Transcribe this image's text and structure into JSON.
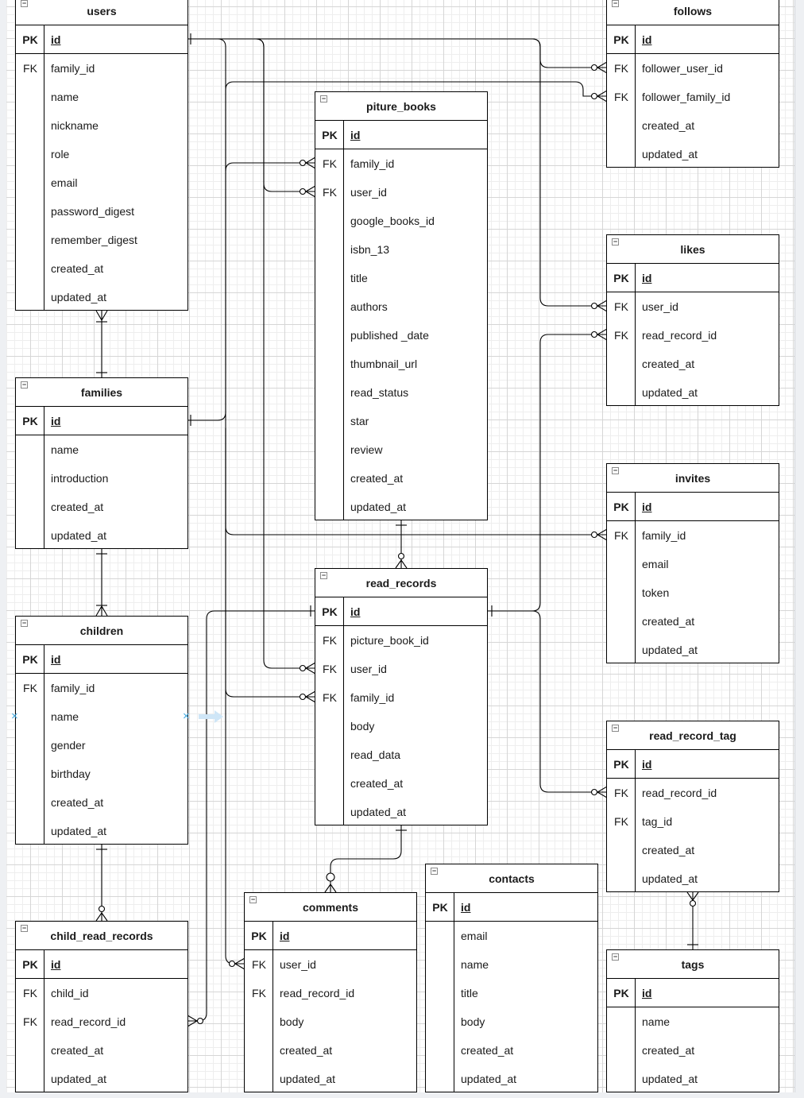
{
  "tables": {
    "users": {
      "title": "users",
      "rows": [
        {
          "key": "PK",
          "name": "id"
        },
        {
          "key": "FK",
          "name": "family_id"
        },
        {
          "key": "",
          "name": "name"
        },
        {
          "key": "",
          "name": "nickname"
        },
        {
          "key": "",
          "name": "role"
        },
        {
          "key": "",
          "name": "email"
        },
        {
          "key": "",
          "name": "password_digest"
        },
        {
          "key": "",
          "name": "remember_digest"
        },
        {
          "key": "",
          "name": "created_at"
        },
        {
          "key": "",
          "name": "updated_at"
        }
      ]
    },
    "families": {
      "title": "families",
      "rows": [
        {
          "key": "PK",
          "name": "id"
        },
        {
          "key": "",
          "name": "name"
        },
        {
          "key": "",
          "name": "introduction"
        },
        {
          "key": "",
          "name": "created_at"
        },
        {
          "key": "",
          "name": "updated_at"
        }
      ]
    },
    "children": {
      "title": "children",
      "rows": [
        {
          "key": "PK",
          "name": "id"
        },
        {
          "key": "FK",
          "name": "family_id"
        },
        {
          "key": "",
          "name": "name"
        },
        {
          "key": "",
          "name": "gender"
        },
        {
          "key": "",
          "name": "birthday"
        },
        {
          "key": "",
          "name": "created_at"
        },
        {
          "key": "",
          "name": "updated_at"
        }
      ]
    },
    "child_read_records": {
      "title": "child_read_records",
      "rows": [
        {
          "key": "PK",
          "name": "id"
        },
        {
          "key": "FK",
          "name": "child_id"
        },
        {
          "key": "FK",
          "name": "read_record_id"
        },
        {
          "key": "",
          "name": "created_at"
        },
        {
          "key": "",
          "name": "updated_at"
        }
      ]
    },
    "piture_books": {
      "title": "piture_books",
      "rows": [
        {
          "key": "PK",
          "name": "id"
        },
        {
          "key": "FK",
          "name": "family_id"
        },
        {
          "key": "FK",
          "name": "user_id"
        },
        {
          "key": "",
          "name": "google_books_id"
        },
        {
          "key": "",
          "name": "isbn_13"
        },
        {
          "key": "",
          "name": "title"
        },
        {
          "key": "",
          "name": "authors"
        },
        {
          "key": "",
          "name": "published _date"
        },
        {
          "key": "",
          "name": "thumbnail_url"
        },
        {
          "key": "",
          "name": "read_status"
        },
        {
          "key": "",
          "name": "star"
        },
        {
          "key": "",
          "name": "review"
        },
        {
          "key": "",
          "name": "created_at"
        },
        {
          "key": "",
          "name": "updated_at"
        }
      ]
    },
    "read_records": {
      "title": "read_records",
      "rows": [
        {
          "key": "PK",
          "name": "id"
        },
        {
          "key": "FK",
          "name": "picture_book_id"
        },
        {
          "key": "FK",
          "name": "user_id"
        },
        {
          "key": "FK",
          "name": "family_id"
        },
        {
          "key": "",
          "name": "body"
        },
        {
          "key": "",
          "name": "read_data"
        },
        {
          "key": "",
          "name": "created_at"
        },
        {
          "key": "",
          "name": "updated_at"
        }
      ]
    },
    "comments": {
      "title": "comments",
      "rows": [
        {
          "key": "PK",
          "name": "id"
        },
        {
          "key": "FK",
          "name": "user_id"
        },
        {
          "key": "FK",
          "name": "read_record_id"
        },
        {
          "key": "",
          "name": "body"
        },
        {
          "key": "",
          "name": "created_at"
        },
        {
          "key": "",
          "name": "updated_at"
        }
      ]
    },
    "contacts": {
      "title": "contacts",
      "rows": [
        {
          "key": "PK",
          "name": "id"
        },
        {
          "key": "",
          "name": "email"
        },
        {
          "key": "",
          "name": "name"
        },
        {
          "key": "",
          "name": "title"
        },
        {
          "key": "",
          "name": "body"
        },
        {
          "key": "",
          "name": "created_at"
        },
        {
          "key": "",
          "name": "updated_at"
        }
      ]
    },
    "follows": {
      "title": "follows",
      "rows": [
        {
          "key": "PK",
          "name": "id"
        },
        {
          "key": "FK",
          "name": "follower_user_id"
        },
        {
          "key": "FK",
          "name": "follower_family_id"
        },
        {
          "key": "",
          "name": "created_at"
        },
        {
          "key": "",
          "name": "updated_at"
        }
      ]
    },
    "likes": {
      "title": "likes",
      "rows": [
        {
          "key": "PK",
          "name": "id"
        },
        {
          "key": "FK",
          "name": "user_id"
        },
        {
          "key": "FK",
          "name": "read_record_id"
        },
        {
          "key": "",
          "name": "created_at"
        },
        {
          "key": "",
          "name": "updated_at"
        }
      ]
    },
    "invites": {
      "title": "invites",
      "rows": [
        {
          "key": "PK",
          "name": "id"
        },
        {
          "key": "FK",
          "name": "family_id"
        },
        {
          "key": "",
          "name": "email"
        },
        {
          "key": "",
          "name": "token"
        },
        {
          "key": "",
          "name": "created_at"
        },
        {
          "key": "",
          "name": "updated_at"
        }
      ]
    },
    "read_record_tag": {
      "title": "read_record_tag",
      "rows": [
        {
          "key": "PK",
          "name": "id"
        },
        {
          "key": "FK",
          "name": "read_record_id"
        },
        {
          "key": "FK",
          "name": "tag_id"
        },
        {
          "key": "",
          "name": "created_at"
        },
        {
          "key": "",
          "name": "updated_at"
        }
      ]
    },
    "tags": {
      "title": "tags",
      "rows": [
        {
          "key": "PK",
          "name": "id"
        },
        {
          "key": "",
          "name": "name"
        },
        {
          "key": "",
          "name": "created_at"
        },
        {
          "key": "",
          "name": "updated_at"
        }
      ]
    }
  }
}
